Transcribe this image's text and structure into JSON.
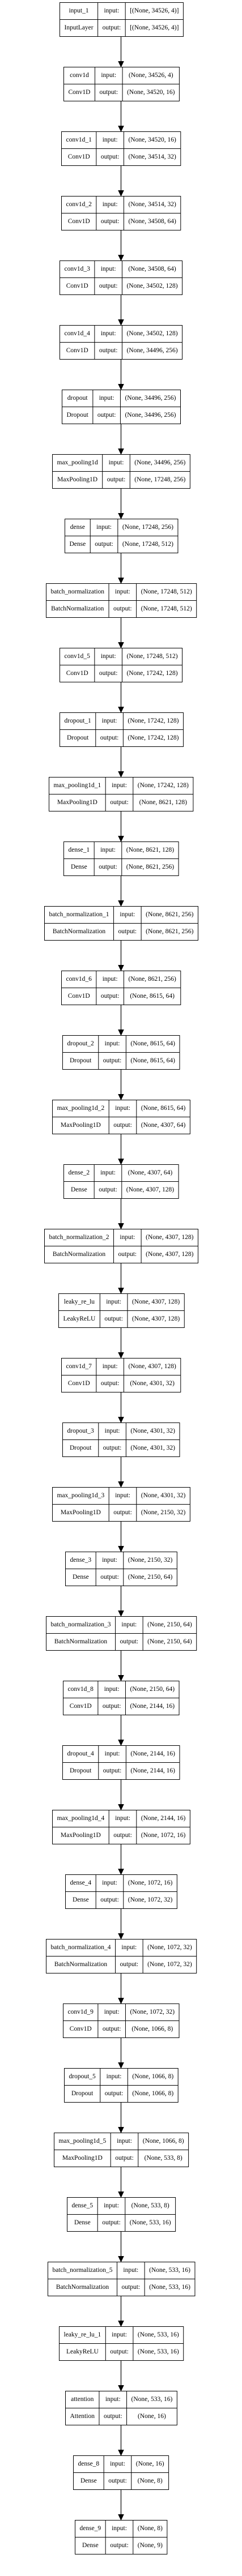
{
  "diagram": {
    "colors": {
      "background": "#ffffff",
      "line": "#000000",
      "text": "#000000"
    },
    "field_labels": {
      "input": "input:",
      "output": "output:"
    },
    "layers": [
      {
        "name": "input_1",
        "type": "InputLayer",
        "input": "[(None, 34526, 4)]",
        "output": "[(None, 34526, 4)]"
      },
      {
        "name": "conv1d",
        "type": "Conv1D",
        "input": "(None, 34526, 4)",
        "output": "(None, 34520, 16)"
      },
      {
        "name": "conv1d_1",
        "type": "Conv1D",
        "input": "(None, 34520, 16)",
        "output": "(None, 34514, 32)"
      },
      {
        "name": "conv1d_2",
        "type": "Conv1D",
        "input": "(None, 34514, 32)",
        "output": "(None, 34508, 64)"
      },
      {
        "name": "conv1d_3",
        "type": "Conv1D",
        "input": "(None, 34508, 64)",
        "output": "(None, 34502, 128)"
      },
      {
        "name": "conv1d_4",
        "type": "Conv1D",
        "input": "(None, 34502, 128)",
        "output": "(None, 34496, 256)"
      },
      {
        "name": "dropout",
        "type": "Dropout",
        "input": "(None, 34496, 256)",
        "output": "(None, 34496, 256)"
      },
      {
        "name": "max_pooling1d",
        "type": "MaxPooling1D",
        "input": "(None, 34496, 256)",
        "output": "(None, 17248, 256)"
      },
      {
        "name": "dense",
        "type": "Dense",
        "input": "(None, 17248, 256)",
        "output": "(None, 17248, 512)"
      },
      {
        "name": "batch_normalization",
        "type": "BatchNormalization",
        "input": "(None, 17248, 512)",
        "output": "(None, 17248, 512)"
      },
      {
        "name": "conv1d_5",
        "type": "Conv1D",
        "input": "(None, 17248, 512)",
        "output": "(None, 17242, 128)"
      },
      {
        "name": "dropout_1",
        "type": "Dropout",
        "input": "(None, 17242, 128)",
        "output": "(None, 17242, 128)"
      },
      {
        "name": "max_pooling1d_1",
        "type": "MaxPooling1D",
        "input": "(None, 17242, 128)",
        "output": "(None, 8621, 128)"
      },
      {
        "name": "dense_1",
        "type": "Dense",
        "input": "(None, 8621, 128)",
        "output": "(None, 8621, 256)"
      },
      {
        "name": "batch_normalization_1",
        "type": "BatchNormalization",
        "input": "(None, 8621, 256)",
        "output": "(None, 8621, 256)"
      },
      {
        "name": "conv1d_6",
        "type": "Conv1D",
        "input": "(None, 8621, 256)",
        "output": "(None, 8615, 64)"
      },
      {
        "name": "dropout_2",
        "type": "Dropout",
        "input": "(None, 8615, 64)",
        "output": "(None, 8615, 64)"
      },
      {
        "name": "max_pooling1d_2",
        "type": "MaxPooling1D",
        "input": "(None, 8615, 64)",
        "output": "(None, 4307, 64)"
      },
      {
        "name": "dense_2",
        "type": "Dense",
        "input": "(None, 4307, 64)",
        "output": "(None, 4307, 128)"
      },
      {
        "name": "batch_normalization_2",
        "type": "BatchNormalization",
        "input": "(None, 4307, 128)",
        "output": "(None, 4307, 128)"
      },
      {
        "name": "leaky_re_lu",
        "type": "LeakyReLU",
        "input": "(None, 4307, 128)",
        "output": "(None, 4307, 128)"
      },
      {
        "name": "conv1d_7",
        "type": "Conv1D",
        "input": "(None, 4307, 128)",
        "output": "(None, 4301, 32)"
      },
      {
        "name": "dropout_3",
        "type": "Dropout",
        "input": "(None, 4301, 32)",
        "output": "(None, 4301, 32)"
      },
      {
        "name": "max_pooling1d_3",
        "type": "MaxPooling1D",
        "input": "(None, 4301, 32)",
        "output": "(None, 2150, 32)"
      },
      {
        "name": "dense_3",
        "type": "Dense",
        "input": "(None, 2150, 32)",
        "output": "(None, 2150, 64)"
      },
      {
        "name": "batch_normalization_3",
        "type": "BatchNormalization",
        "input": "(None, 2150, 64)",
        "output": "(None, 2150, 64)"
      },
      {
        "name": "conv1d_8",
        "type": "Conv1D",
        "input": "(None, 2150, 64)",
        "output": "(None, 2144, 16)"
      },
      {
        "name": "dropout_4",
        "type": "Dropout",
        "input": "(None, 2144, 16)",
        "output": "(None, 2144, 16)"
      },
      {
        "name": "max_pooling1d_4",
        "type": "MaxPooling1D",
        "input": "(None, 2144, 16)",
        "output": "(None, 1072, 16)"
      },
      {
        "name": "dense_4",
        "type": "Dense",
        "input": "(None, 1072, 16)",
        "output": "(None, 1072, 32)"
      },
      {
        "name": "batch_normalization_4",
        "type": "BatchNormalization",
        "input": "(None, 1072, 32)",
        "output": "(None, 1072, 32)"
      },
      {
        "name": "conv1d_9",
        "type": "Conv1D",
        "input": "(None, 1072, 32)",
        "output": "(None, 1066, 8)"
      },
      {
        "name": "dropout_5",
        "type": "Dropout",
        "input": "(None, 1066, 8)",
        "output": "(None, 1066, 8)"
      },
      {
        "name": "max_pooling1d_5",
        "type": "MaxPooling1D",
        "input": "(None, 1066, 8)",
        "output": "(None, 533, 8)"
      },
      {
        "name": "dense_5",
        "type": "Dense",
        "input": "(None, 533, 8)",
        "output": "(None, 533, 16)"
      },
      {
        "name": "batch_normalization_5",
        "type": "BatchNormalization",
        "input": "(None, 533, 16)",
        "output": "(None, 533, 16)"
      },
      {
        "name": "leaky_re_lu_1",
        "type": "LeakyReLU",
        "input": "(None, 533, 16)",
        "output": "(None, 533, 16)"
      },
      {
        "name": "attention",
        "type": "Attention",
        "input": "(None, 533, 16)",
        "output": "(None, 16)"
      },
      {
        "name": "dense_8",
        "type": "Dense",
        "input": "(None, 16)",
        "output": "(None, 8)"
      },
      {
        "name": "dense_9",
        "type": "Dense",
        "input": "(None, 8)",
        "output": "(None, 9)"
      }
    ]
  }
}
